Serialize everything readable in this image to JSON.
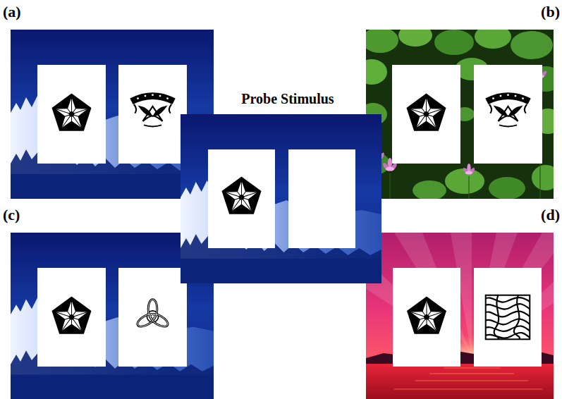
{
  "diagram": {
    "labels": [
      "(a)",
      "(b)",
      "Probe Stimulus",
      "(c)",
      "(d)"
    ]
  }
}
